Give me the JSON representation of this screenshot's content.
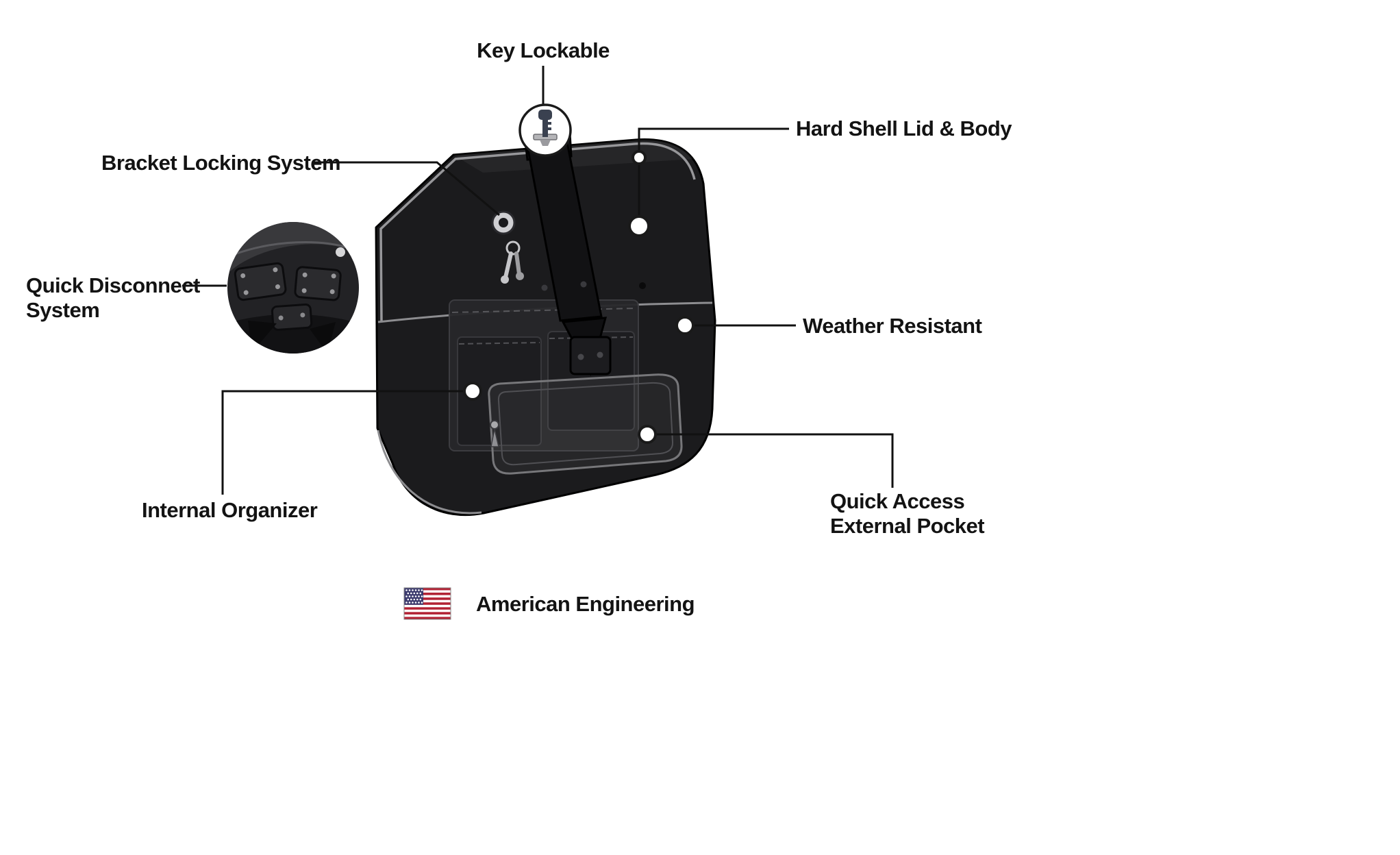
{
  "callouts": {
    "key_lockable": "Key Lockable",
    "hard_shell_lid_body": "Hard Shell Lid & Body",
    "bracket_locking_system": "Bracket Locking System",
    "quick_disconnect_system": "Quick Disconnect\nSystem",
    "weather_resistant": "Weather Resistant",
    "internal_organizer": "Internal Organizer",
    "quick_access_external_pocket": "Quick Access\nExternal Pocket"
  },
  "footer": {
    "text": "American Engineering"
  },
  "icons": {
    "key": "key-icon",
    "flag": "us-flag-icon"
  },
  "colors": {
    "background": "#ffffff",
    "text": "#131313",
    "line": "#111111",
    "marker_stroke": "#1a1a1a",
    "bag_shell": "#1b1b1d",
    "flag_red": "#b22234",
    "flag_blue": "#3c3b6e"
  }
}
